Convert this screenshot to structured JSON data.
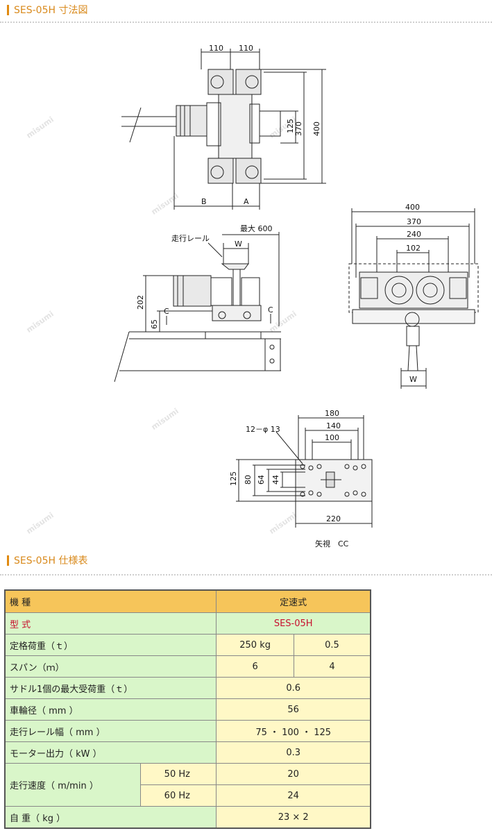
{
  "sections": {
    "drawing_title": "SES-05H 寸法図",
    "spec_title": "SES-05H 仕様表"
  },
  "watermark": "misumi",
  "drawing": {
    "top_view": {
      "dim_110_left": "110",
      "dim_110_right": "110",
      "dim_125": "125",
      "dim_370": "370",
      "dim_400": "400",
      "label_B": "B",
      "label_A": "A"
    },
    "side_view": {
      "rail_label": "走行レール",
      "max_label": "最大 600",
      "W": "W",
      "dim_202": "202",
      "dim_65": "65",
      "C_left": "C",
      "C_right": "C"
    },
    "front_view": {
      "dim_400": "400",
      "dim_370": "370",
      "dim_240": "240",
      "dim_102": "102",
      "W": "W"
    },
    "cc_view": {
      "hole_label": "12－φ 13",
      "dim_180": "180",
      "dim_140": "140",
      "dim_100": "100",
      "dim_125": "125",
      "dim_80": "80",
      "dim_64": "64",
      "dim_44": "44",
      "dim_220": "220",
      "caption": "矢視　CC"
    }
  },
  "spec_table": {
    "header": {
      "label": "機 種",
      "value": "定速式"
    },
    "model": {
      "label": "型 式",
      "value": "SES-05H"
    },
    "rated_load": {
      "label": "定格荷重（ｔ）",
      "value1": "250 kg",
      "value2": "0.5"
    },
    "span": {
      "label": "スパン（ｍ）",
      "value1": "6",
      "value2": "4"
    },
    "saddle_load": {
      "label": "サドル1個の最大受荷重（ｔ）",
      "value": "0.6"
    },
    "wheel_dia": {
      "label": "車輪径（ mm ）",
      "value": "56"
    },
    "rail_width": {
      "label": "走行レール幅（ mm ）",
      "value": "75 ・ 100 ・ 125"
    },
    "motor": {
      "label": "モーター出力（ kW ）",
      "value": "0.3"
    },
    "speed": {
      "label": "走行速度（ m/min ）",
      "hz50": "50 Hz",
      "v50": "20",
      "hz60": "60 Hz",
      "v60": "24"
    },
    "weight": {
      "label": "自 重（ kg ）",
      "value": "23 × 2"
    }
  }
}
